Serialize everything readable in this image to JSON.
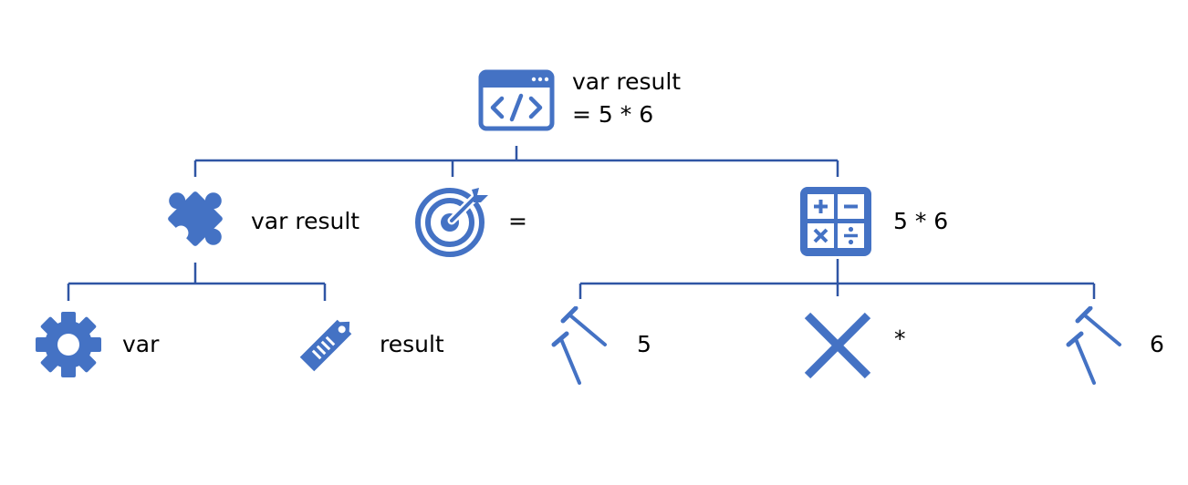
{
  "colors": {
    "accent": "#4472C4",
    "connector": "#2F55A4",
    "text": "#000000"
  },
  "root": {
    "icon": "code-window-icon",
    "line1": "var result",
    "line2": "= 5 * 6"
  },
  "level1": {
    "declaration": {
      "icon": "puzzle-piece-icon",
      "label": "var result"
    },
    "assignment": {
      "icon": "target-icon",
      "label": "="
    },
    "expression": {
      "icon": "calculator-icon",
      "label": "5 * 6"
    }
  },
  "level2": {
    "keyword": {
      "icon": "gear-icon",
      "label": "var"
    },
    "identifier": {
      "icon": "tag-icon",
      "label": "result"
    },
    "left_operand": {
      "icon": "nails-icon",
      "label": "5"
    },
    "operator": {
      "icon": "multiply-icon",
      "label": "*"
    },
    "right_operand": {
      "icon": "nails-icon",
      "label": "6"
    }
  }
}
